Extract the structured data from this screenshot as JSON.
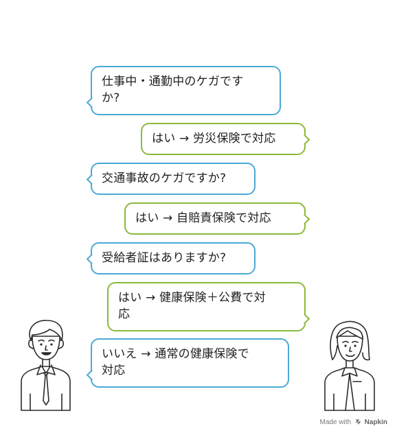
{
  "dialogue": [
    {
      "speaker": "left",
      "text": "仕事中・通勤中のケガです\nか?"
    },
    {
      "speaker": "right",
      "text": "はい → 労災保険で対応"
    },
    {
      "speaker": "left",
      "text": "交通事故のケガですか?"
    },
    {
      "speaker": "right",
      "text": "はい → 自賠責保険で対応"
    },
    {
      "speaker": "left",
      "text": "受給者証はありますか?"
    },
    {
      "speaker": "right",
      "text": "はい → 健康保険＋公費で対\n応"
    },
    {
      "speaker": "left",
      "text": "いいえ → 通常の健康保険で\n対応"
    }
  ],
  "footer": {
    "prefix": "Made with",
    "brand": "Napkin"
  },
  "colors": {
    "question_border": "#4aa8d6",
    "answer_border": "#8ab93a"
  },
  "icons": {
    "left_person": "man-with-tie-icon",
    "right_person": "woman-icon",
    "brand_logo": "napkin-logo-icon"
  }
}
